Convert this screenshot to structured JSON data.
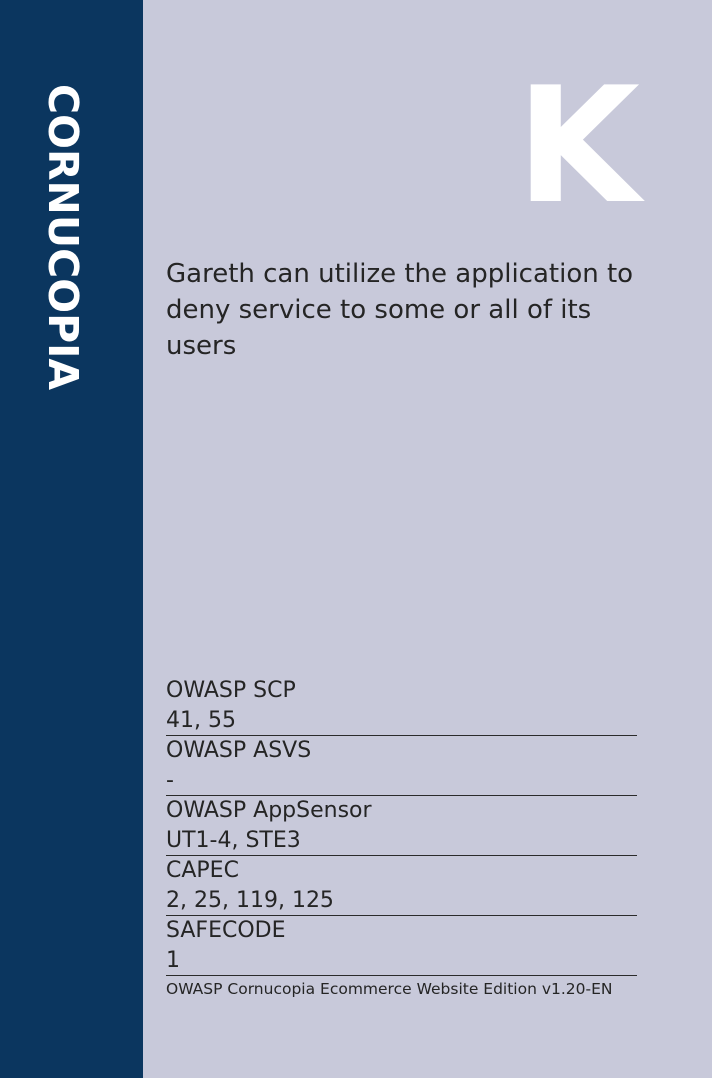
{
  "brand": "CORNUCOPIA",
  "card": {
    "letter": "K",
    "description": "Gareth can utilize the application to deny service to some or all of its users"
  },
  "references": [
    {
      "title": "OWASP SCP",
      "value": "41, 55"
    },
    {
      "title": "OWASP ASVS",
      "value": "-"
    },
    {
      "title": "OWASP AppSensor",
      "value": "UT1-4, STE3"
    },
    {
      "title": "CAPEC",
      "value": "2, 25, 119, 125"
    },
    {
      "title": "SAFECODE",
      "value": "1"
    }
  ],
  "footer": "OWASP Cornucopia Ecommerce Website Edition v1.20-EN",
  "colors": {
    "band": "#0b365f",
    "background": "#c8c9da",
    "text": "#252525",
    "letter": "#ffffff"
  }
}
